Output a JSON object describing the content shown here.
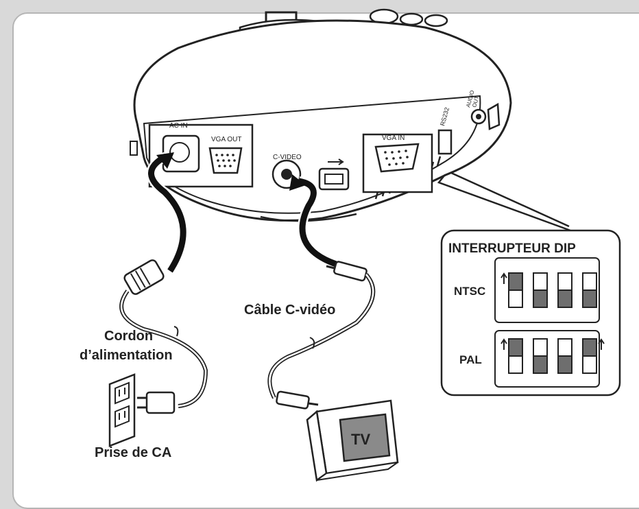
{
  "ports": {
    "ac_in": "AC IN",
    "vga_out": "VGA OUT",
    "c_video": "C-VIDEO",
    "vga_in": "VGA IN",
    "rs232": "RS232",
    "audio_out_line1": "AUDIO",
    "audio_out_line2": "OUT"
  },
  "labels": {
    "power_cord_line1": "Cordon",
    "power_cord_line2": "d’alimentation",
    "c_video_cable": "Câble C-vidéo",
    "ac_outlet": "Prise de CA",
    "tv": "TV"
  },
  "dip_switch": {
    "title": "INTERRUPTEUR DIP",
    "modes": [
      {
        "name": "NTSC",
        "positions": [
          "up",
          "down",
          "down",
          "down"
        ]
      },
      {
        "name": "PAL",
        "positions": [
          "up",
          "down",
          "down",
          "up"
        ]
      }
    ]
  },
  "colors": {
    "frame_border": "#b5b5b5",
    "background": "#d9d9d9",
    "line": "#222222",
    "switch_fill": "#6e6e6e",
    "tv_screen": "#8a8a8a"
  }
}
